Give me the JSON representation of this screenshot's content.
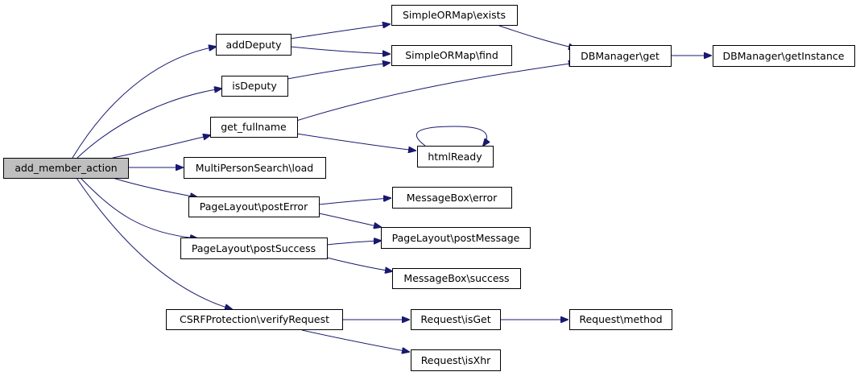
{
  "graph": {
    "nodes": {
      "root": "add_member_action",
      "addDeputy": "addDeputy",
      "isDeputy": "isDeputy",
      "get_fullname": "get_fullname",
      "mpsLoad": "MultiPersonSearch\\load",
      "postError": "PageLayout\\postError",
      "postSuccess": "PageLayout\\postSuccess",
      "verifyRequest": "CSRFProtection\\verifyRequest",
      "ormExists": "SimpleORMap\\exists",
      "ormFind": "SimpleORMap\\find",
      "htmlReady": "htmlReady",
      "mbError": "MessageBox\\error",
      "postMessage": "PageLayout\\postMessage",
      "mbSuccess": "MessageBox\\success",
      "reqIsGet": "Request\\isGet",
      "reqIsXhr": "Request\\isXhr",
      "dbGet": "DBManager\\get",
      "dbGetInstance": "DBManager\\getInstance",
      "reqMethod": "Request\\method"
    },
    "edges": [
      [
        "root",
        "addDeputy"
      ],
      [
        "root",
        "isDeputy"
      ],
      [
        "root",
        "get_fullname"
      ],
      [
        "root",
        "mpsLoad"
      ],
      [
        "root",
        "postError"
      ],
      [
        "root",
        "postSuccess"
      ],
      [
        "root",
        "verifyRequest"
      ],
      [
        "addDeputy",
        "ormExists"
      ],
      [
        "addDeputy",
        "ormFind"
      ],
      [
        "isDeputy",
        "ormFind"
      ],
      [
        "get_fullname",
        "dbGet"
      ],
      [
        "get_fullname",
        "htmlReady"
      ],
      [
        "htmlReady",
        "htmlReady"
      ],
      [
        "ormExists",
        "dbGet"
      ],
      [
        "dbGet",
        "dbGetInstance"
      ],
      [
        "postError",
        "mbError"
      ],
      [
        "postError",
        "postMessage"
      ],
      [
        "postSuccess",
        "postMessage"
      ],
      [
        "postSuccess",
        "mbSuccess"
      ],
      [
        "verifyRequest",
        "reqIsGet"
      ],
      [
        "verifyRequest",
        "reqIsXhr"
      ],
      [
        "reqIsGet",
        "reqMethod"
      ]
    ],
    "colors": {
      "edge": "#191970",
      "root_fill": "#bfbfbf",
      "node_fill": "#ffffff",
      "node_stroke": "#000000"
    }
  }
}
